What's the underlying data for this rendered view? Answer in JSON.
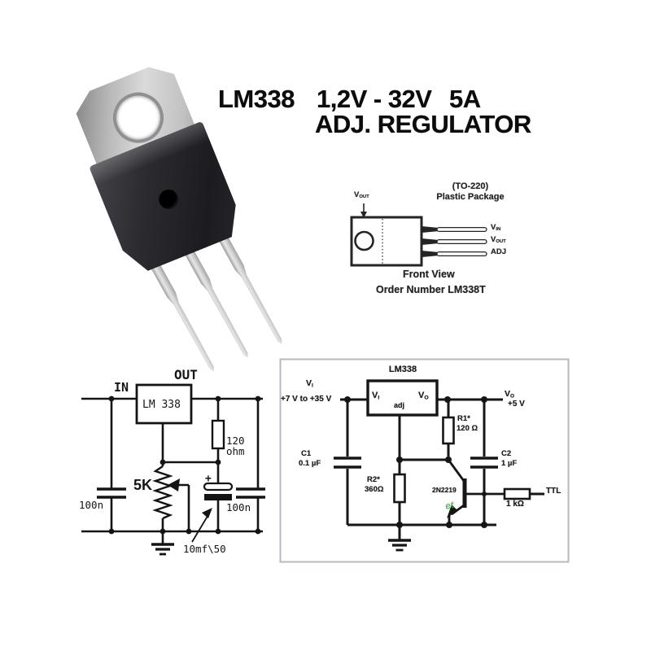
{
  "title": {
    "part_number": "LM338",
    "voltage_range": "1,2V - 32V",
    "current": "5A",
    "line2": "ADJ. REGULATOR"
  },
  "pinout": {
    "package_line1": "(TO-220)",
    "package_line2": "Plastic Package",
    "top_pin": {
      "main": "V",
      "sub": "OUT"
    },
    "pins": [
      {
        "main": "V",
        "sub": "IN"
      },
      {
        "main": "V",
        "sub": "OUT"
      },
      {
        "main": "ADJ",
        "sub": ""
      }
    ],
    "front_view": "Front View",
    "order_number": "Order Number LM338T"
  },
  "schematic_left": {
    "in": "IN",
    "out": "OUT",
    "ic": "LM 338",
    "r_value": "120",
    "r_unit": "ohm",
    "pot": "5K",
    "cap_in": "100n",
    "cap_out": "100n",
    "cap_el_plus": "+",
    "cap_el": "10mf\\50"
  },
  "schematic_right": {
    "ic_title": "LM338",
    "pin_in": {
      "main": "V",
      "sub": "I"
    },
    "pin_out": {
      "main": "V",
      "sub": "O"
    },
    "pin_adj": "adj",
    "input": {
      "main": "V",
      "sub": "I"
    },
    "input_range": "+7 V to +35 V",
    "output": {
      "main": "V",
      "sub": "O"
    },
    "output_value": "+5 V",
    "r1": "R1*",
    "r1_value": "120 Ω",
    "r2": "R2*",
    "r2_value": "360Ω",
    "c1": "C1",
    "c1_value": "0.1 µF",
    "c2": "C2",
    "c2_value": "1 µF",
    "q1": "2N2219",
    "rb_value": "1 kΩ",
    "ttl": "TTL",
    "watermark": "et"
  },
  "colors": {
    "line": "#141414",
    "frame_border": "#b3bac2",
    "watermark_green": "#35a835",
    "background": "#ffffff"
  }
}
